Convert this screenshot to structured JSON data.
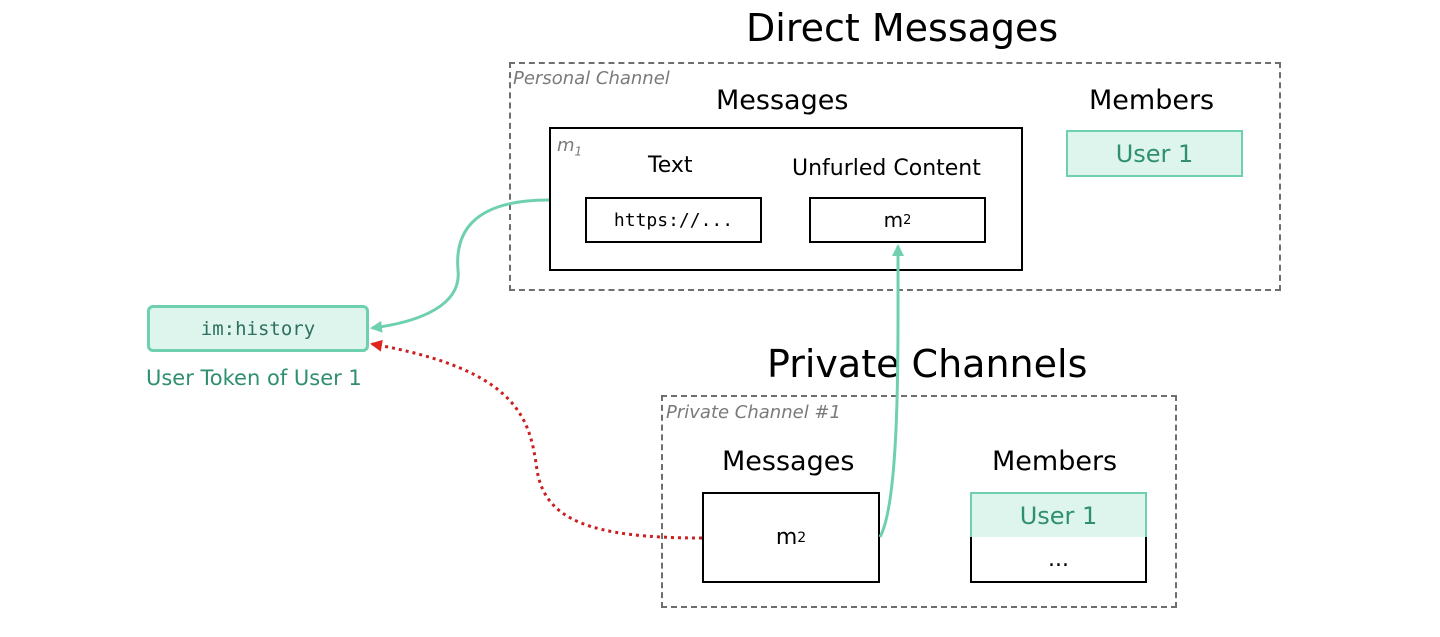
{
  "direct_messages": {
    "title": "Direct Messages",
    "channel_caption": "Personal Channel",
    "messages_label": "Messages",
    "members_label": "Members",
    "message": {
      "id": "m",
      "id_sub": "1",
      "text_label": "Text",
      "text_value": "https://...",
      "unfurled_label": "Unfurled Content",
      "unfurled_value": "m",
      "unfurled_sub": "2"
    },
    "members": [
      "User 1"
    ]
  },
  "token": {
    "scope": "im:history",
    "caption": "User Token of User 1"
  },
  "private_channels": {
    "title": "Private Channels",
    "channel_caption": "Private Channel #1",
    "messages_label": "Messages",
    "members_label": "Members",
    "message_value": "m",
    "message_sub": "2",
    "members": [
      "User 1",
      "..."
    ]
  },
  "colors": {
    "allowed_arrow": "#6fd0b0",
    "blocked_arrow": "#cc1f1f",
    "member_fill": "#def5ee",
    "token_text": "#2f8f6f"
  }
}
